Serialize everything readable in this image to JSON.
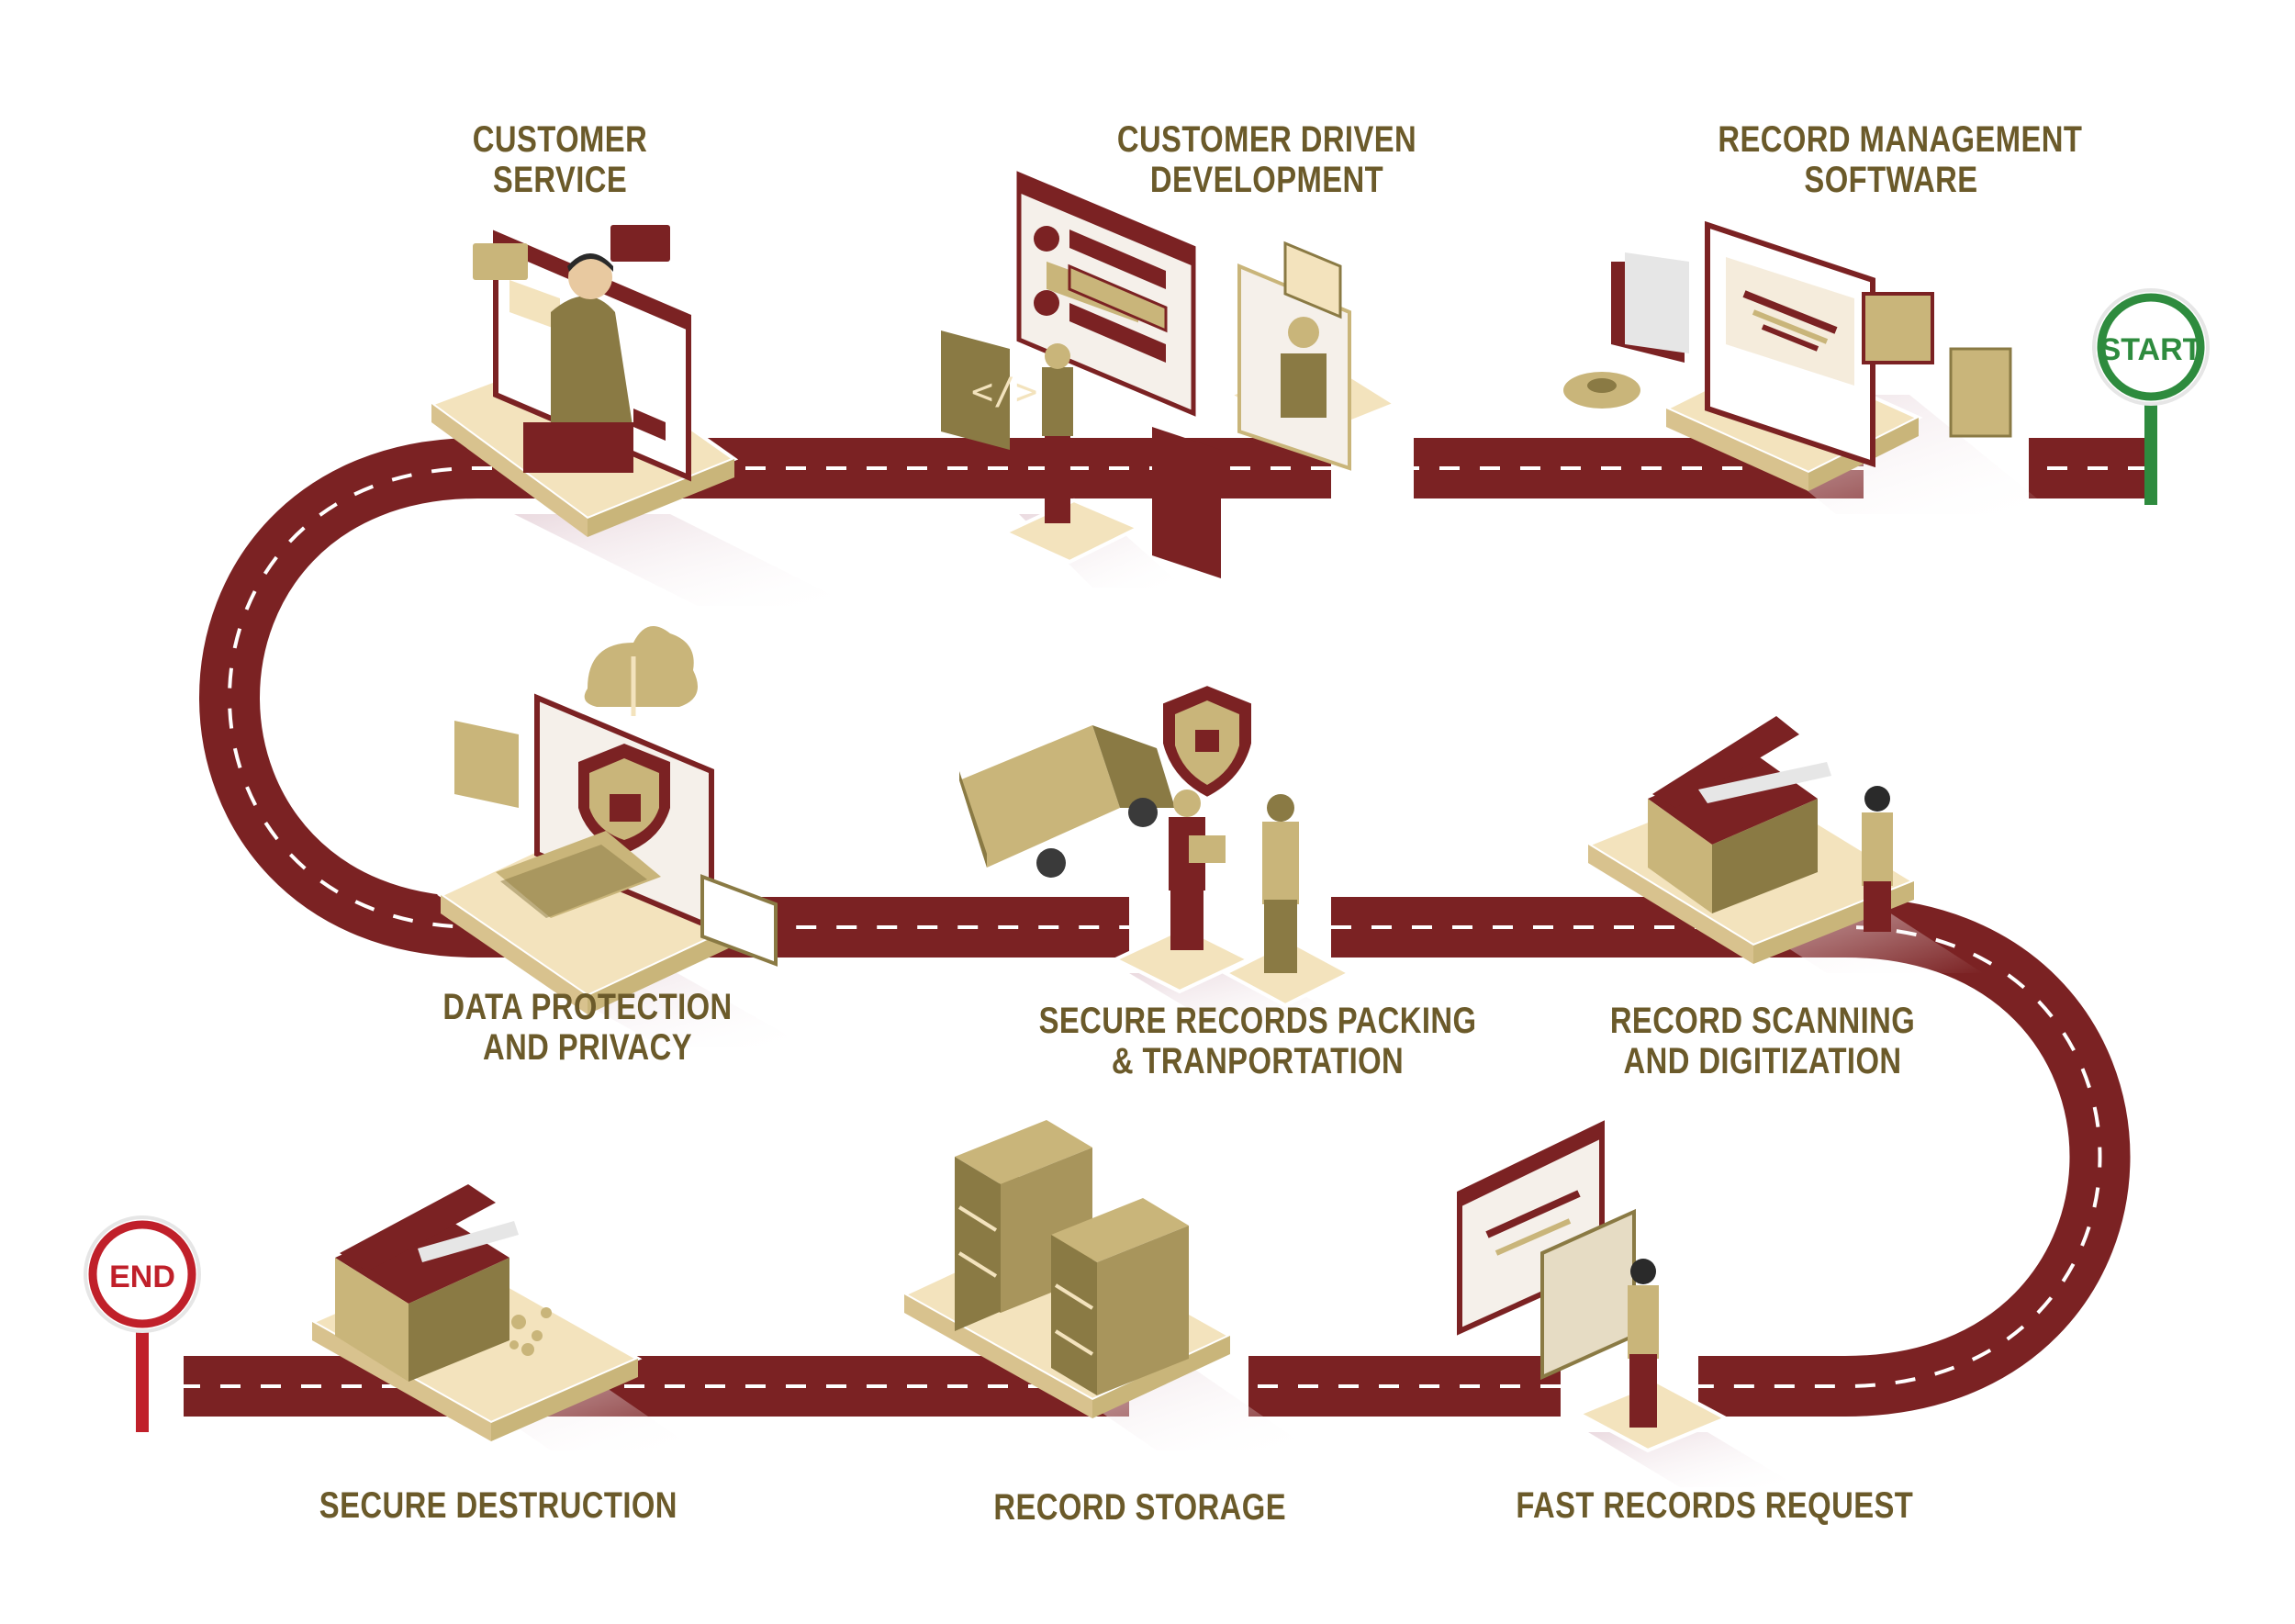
{
  "colors": {
    "road": "#7b2223",
    "road_dash": "#ffffff",
    "label": "#6b5a2a",
    "olive": "#8a7a44",
    "tan": "#c9b57a",
    "cream": "#f3e3bd",
    "start": "#2e8b3e",
    "end": "#c0202a"
  },
  "signs": {
    "start": "START",
    "end": "END"
  },
  "steps": [
    {
      "id": "record-management-software",
      "lines": [
        "RECORD MANAGEMENT",
        "SOFTWARE"
      ],
      "icon": "monitor-icon"
    },
    {
      "id": "customer-driven-development",
      "lines": [
        "CUSTOMER DRIVEN",
        "DEVELOPMENT"
      ],
      "icon": "code-window-icon"
    },
    {
      "id": "customer-service",
      "lines": [
        "CUSTOMER",
        "SERVICE"
      ],
      "icon": "headset-agent-icon"
    },
    {
      "id": "data-protection",
      "lines": [
        "DATA PROTECTION",
        "AND PRIVACY"
      ],
      "icon": "shield-lock-icon"
    },
    {
      "id": "secure-packing",
      "lines": [
        "SECURE RECORDS PACKING",
        "& TRANPORTATION"
      ],
      "icon": "truck-icon"
    },
    {
      "id": "record-scanning",
      "lines": [
        "RECORD SCANNING",
        "AND DIGITIZATION"
      ],
      "icon": "scanner-icon"
    },
    {
      "id": "fast-request",
      "lines": [
        "FAST RECORDS REQUEST"
      ],
      "icon": "document-request-icon"
    },
    {
      "id": "record-storage",
      "lines": [
        "RECORD STORAGE"
      ],
      "icon": "storage-boxes-icon"
    },
    {
      "id": "secure-destruction",
      "lines": [
        "SECURE DESTRUCTION"
      ],
      "icon": "shredder-icon"
    }
  ]
}
